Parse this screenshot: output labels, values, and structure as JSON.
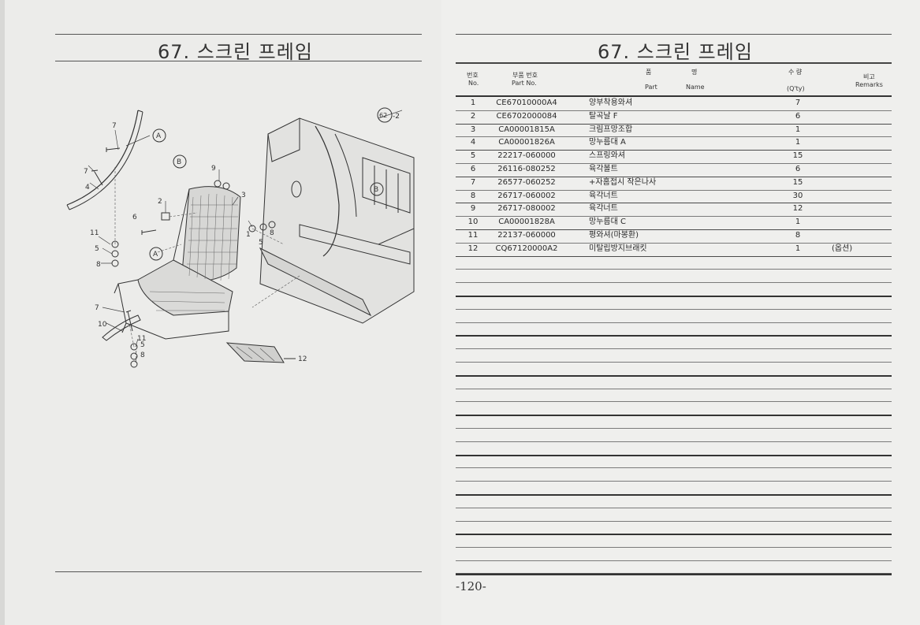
{
  "left_page": {
    "title": "67. 스크린 프레임"
  },
  "right_page": {
    "title": "67. 스크린 프레임",
    "headers": {
      "no_ko": "번호",
      "no_en": "No.",
      "part_no_ko": "부품 번호",
      "part_no_en": "Part No.",
      "name_ko_1": "품",
      "name_ko_2": "명",
      "name_en_1": "Part",
      "name_en_2": "Name",
      "qty_ko": "수 량",
      "qty_en": "(Q'ty)",
      "remarks_ko": "비고",
      "remarks_en": "Remarks"
    },
    "rows": [
      {
        "no": "1",
        "part_no": "CE67010000A4",
        "name": "양부착용와셔",
        "qty": "7",
        "remarks": ""
      },
      {
        "no": "2",
        "part_no": "CE6702000084",
        "name": "탈곡날 F",
        "qty": "6",
        "remarks": ""
      },
      {
        "no": "3",
        "part_no": "CA00001815A",
        "name": "크림프망조합",
        "qty": "1",
        "remarks": ""
      },
      {
        "no": "4",
        "part_no": "CA00001826A",
        "name": "망누름대 A",
        "qty": "1",
        "remarks": ""
      },
      {
        "no": "5",
        "part_no": "22217-060000",
        "name": "스프링와셔",
        "qty": "15",
        "remarks": ""
      },
      {
        "no": "6",
        "part_no": "26116-080252",
        "name": "육각볼트",
        "qty": "6",
        "remarks": ""
      },
      {
        "no": "7",
        "part_no": "26577-060252",
        "name": "+자홈접시 작은나사",
        "qty": "15",
        "remarks": ""
      },
      {
        "no": "8",
        "part_no": "26717-060002",
        "name": "육각너트",
        "qty": "30",
        "remarks": ""
      },
      {
        "no": "9",
        "part_no": "26717-080002",
        "name": "육각너트",
        "qty": "12",
        "remarks": ""
      },
      {
        "no": "10",
        "part_no": "CA00001828A",
        "name": "망누름대 C",
        "qty": "1",
        "remarks": ""
      },
      {
        "no": "11",
        "part_no": "22137-060000",
        "name": "평와셔(마봉환)",
        "qty": "8",
        "remarks": ""
      },
      {
        "no": "12",
        "part_no": "CQ67120000A2",
        "name": "미탈립방지브래킷",
        "qty": "1",
        "remarks": "(옵션)"
      }
    ]
  },
  "diagram": {
    "callouts": {
      "c1": "1",
      "c2": "2",
      "c3": "3",
      "c4": "4",
      "c5a": "5",
      "c5b": "5",
      "c5c": "5",
      "c6": "6",
      "c7a": "7",
      "c7b": "7",
      "c7c": "7",
      "c8a": "8",
      "c8b": "8",
      "c8c": "8",
      "c9": "9",
      "c10": "10",
      "c11a": "11",
      "c11b": "11",
      "c12": "12",
      "ca1": "A",
      "ca2": "A",
      "cb1": "B",
      "cb2": "B",
      "ref": "62",
      "ref_suffix": "-2"
    }
  },
  "page_number": "-120-"
}
